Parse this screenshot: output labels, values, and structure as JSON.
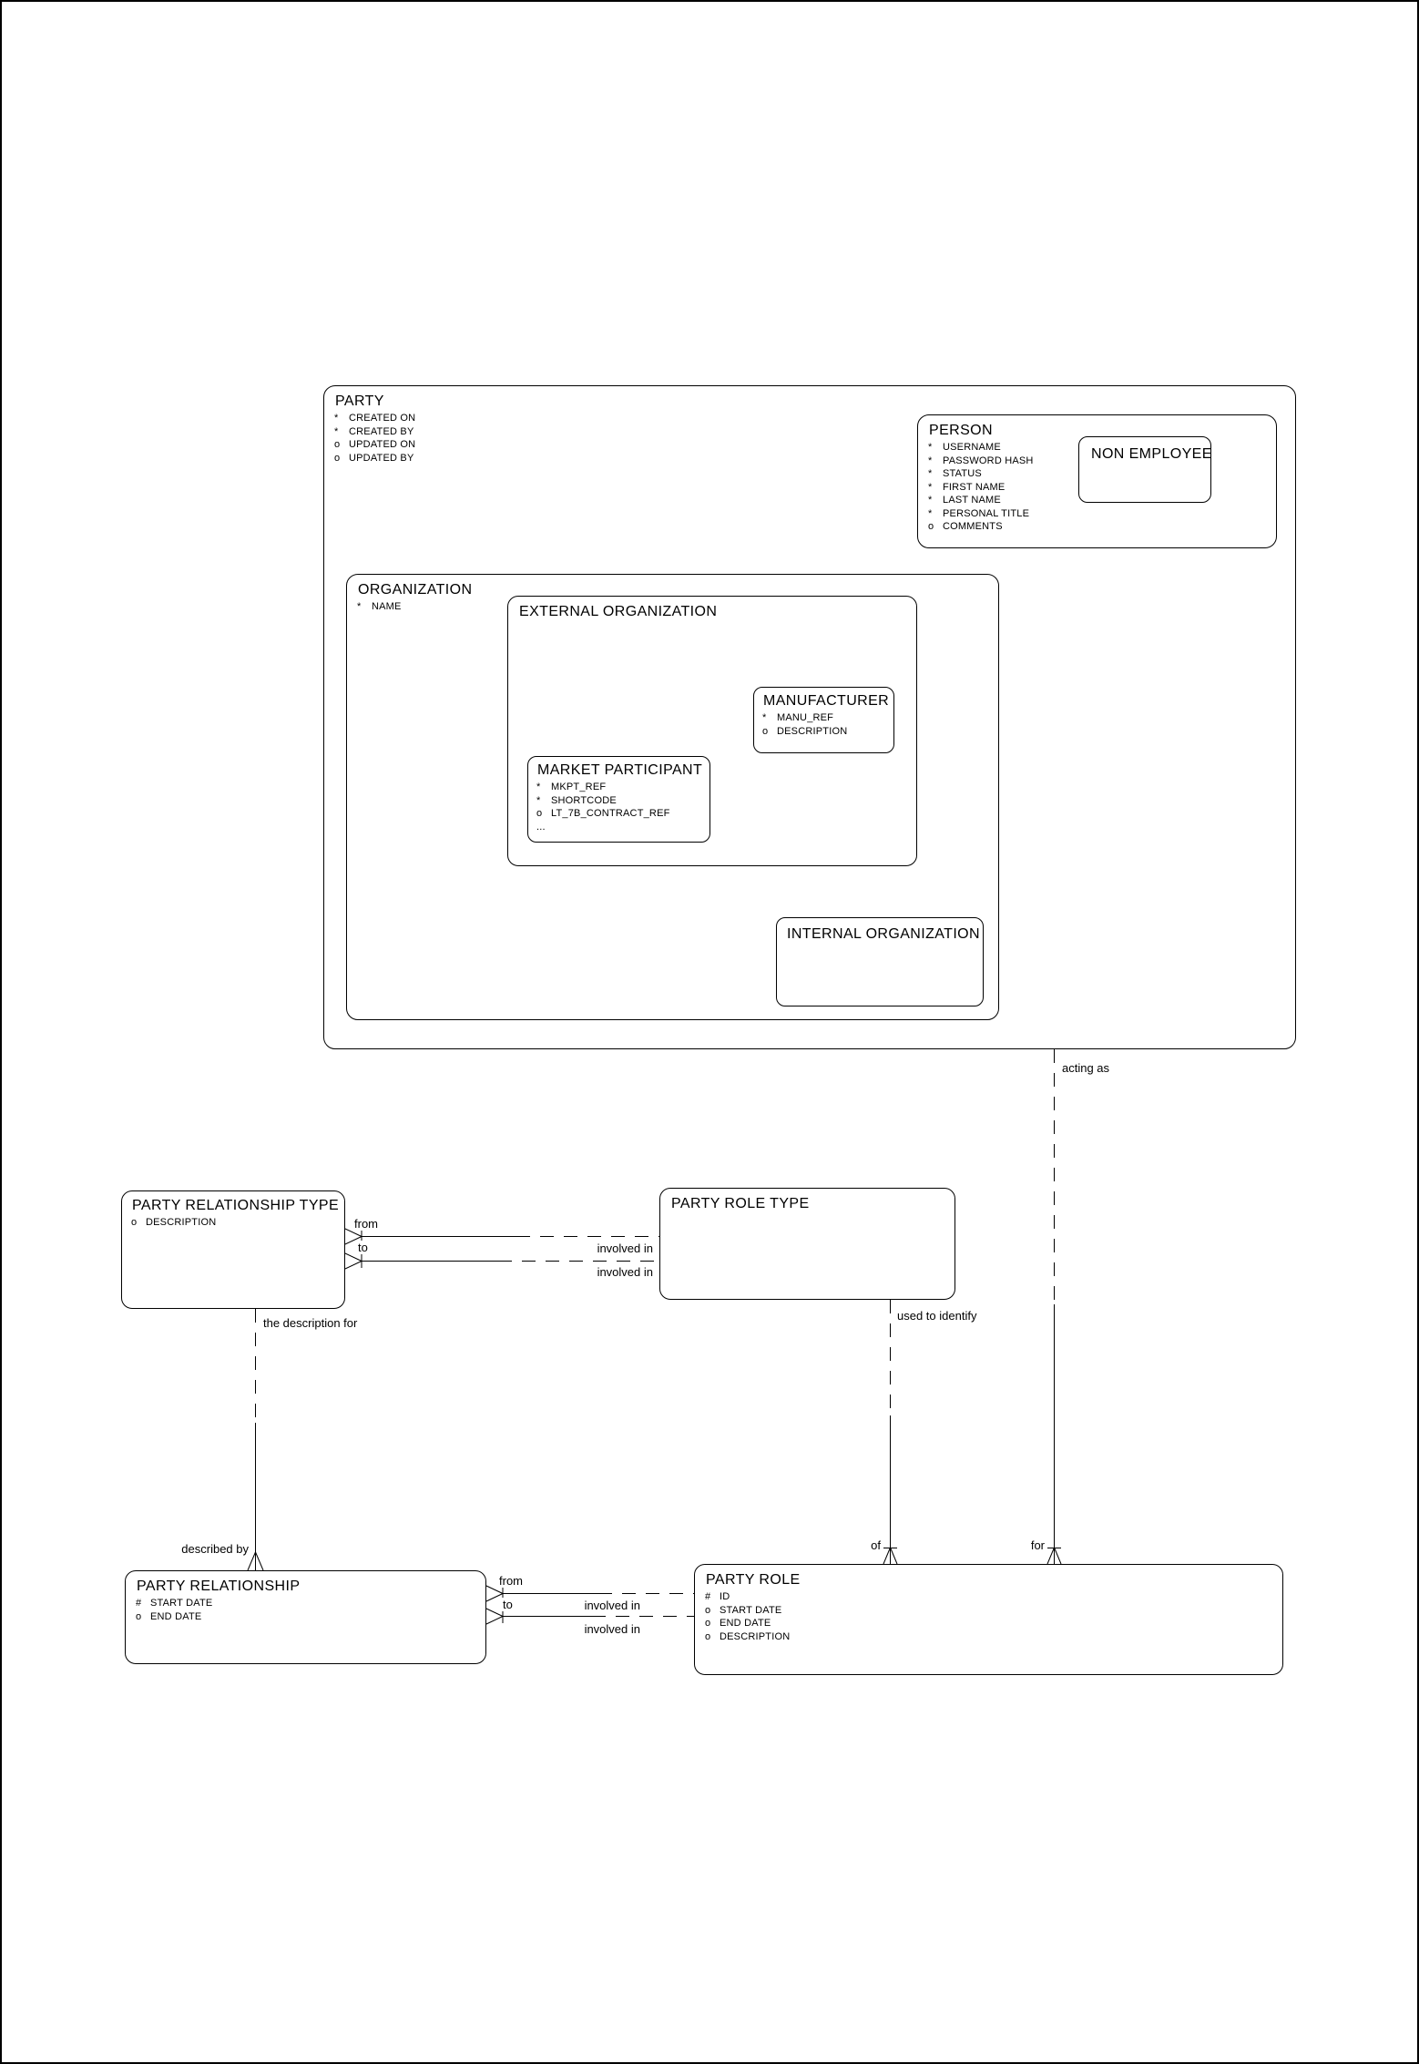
{
  "entities": {
    "party": {
      "title": "PARTY",
      "attrs": [
        [
          "*",
          "CREATED ON"
        ],
        [
          "*",
          "CREATED BY"
        ],
        [
          "o",
          "UPDATED ON"
        ],
        [
          "o",
          "UPDATED BY"
        ]
      ]
    },
    "person": {
      "title": "PERSON",
      "attrs": [
        [
          "*",
          "USERNAME"
        ],
        [
          "*",
          "PASSWORD HASH"
        ],
        [
          "*",
          "STATUS"
        ],
        [
          "*",
          "FIRST NAME"
        ],
        [
          "*",
          "LAST NAME"
        ],
        [
          "*",
          "PERSONAL TITLE"
        ],
        [
          "o",
          "COMMENTS"
        ]
      ]
    },
    "non_employee": {
      "title": "NON EMPLOYEE",
      "attrs": []
    },
    "organization": {
      "title": "ORGANIZATION",
      "attrs": [
        [
          "*",
          "NAME"
        ]
      ]
    },
    "external_organization": {
      "title": "EXTERNAL ORGANIZATION",
      "attrs": []
    },
    "manufacturer": {
      "title": "MANUFACTURER",
      "attrs": [
        [
          "*",
          "MANU_REF"
        ],
        [
          "o",
          "DESCRIPTION"
        ]
      ]
    },
    "market_participant": {
      "title": "MARKET PARTICIPANT",
      "attrs": [
        [
          "*",
          "MKPT_REF"
        ],
        [
          "*",
          "SHORTCODE"
        ],
        [
          "o",
          "LT_7B_CONTRACT_REF"
        ],
        [
          "...",
          ""
        ]
      ]
    },
    "internal_organization": {
      "title": "INTERNAL ORGANIZATION",
      "attrs": []
    },
    "party_relationship_type": {
      "title": "PARTY RELATIONSHIP TYPE",
      "attrs": [
        [
          "o",
          "DESCRIPTION"
        ]
      ]
    },
    "party_role_type": {
      "title": "PARTY ROLE TYPE",
      "attrs": []
    },
    "party_relationship": {
      "title": "PARTY RELATIONSHIP",
      "attrs": [
        [
          "#",
          "START DATE"
        ],
        [
          "o",
          "END DATE"
        ]
      ]
    },
    "party_role": {
      "title": "PARTY ROLE",
      "attrs": [
        [
          "#",
          "ID"
        ],
        [
          "o",
          "START DATE"
        ],
        [
          "o",
          "END DATE"
        ],
        [
          "o",
          "DESCRIPTION"
        ]
      ]
    }
  },
  "labels": {
    "acting_as": "acting as",
    "for": "for",
    "used_to_identify": "used to identify",
    "of": "of",
    "the_description_for": "the description for",
    "described_by": "described by",
    "type_from": "from",
    "type_to": "to",
    "type_involved_in_1": "involved in",
    "type_involved_in_2": "involved in",
    "rel_from": "from",
    "rel_to": "to",
    "rel_involved_in_1": "involved in",
    "rel_involved_in_2": "involved in"
  },
  "colors": {
    "line": "#000000",
    "background": "#ffffff"
  }
}
